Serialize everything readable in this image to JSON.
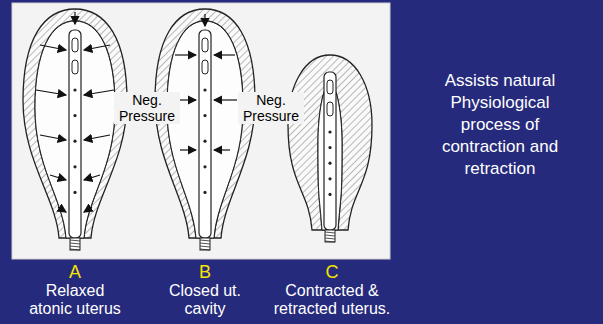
{
  "diagram": {
    "labels": [
      "Neg. Pressure",
      "Neg. Pressure",
      "A",
      "Relaxed atonic uterus",
      "B",
      "Closed ut. cavity",
      "C",
      "Contracted & retracted uterus.",
      "Assists natural Physiological process of contraction and retraction"
    ]
  }
}
